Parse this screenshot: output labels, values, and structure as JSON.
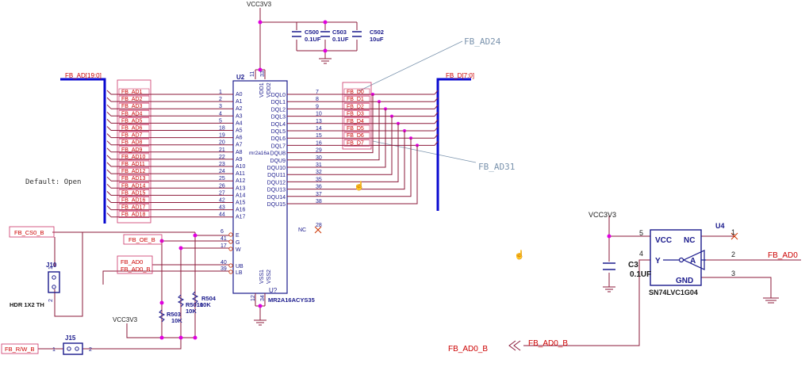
{
  "colors": {
    "wire": "#8b1a3a",
    "net_label": "#cc0000",
    "component": "#1a1a8c",
    "bus": "#0a0ad0",
    "pin_text": "#1a1a8c",
    "junction": "#e000e0",
    "power": "#8b1a3a",
    "annotation": "#7a93ad"
  },
  "power": {
    "vcc_top": "VCC3V3",
    "vcc_left": "VCC3V3",
    "vcc_right": "VCC3V3"
  },
  "capacitors_top": [
    {
      "ref": "C500",
      "value": "0.1UF"
    },
    {
      "ref": "C503",
      "value": "0.1UF"
    },
    {
      "ref": "C502",
      "value": "10uF"
    }
  ],
  "bus_left": "FB_AD[19:0]",
  "bus_right": "FB_D[7:0]",
  "annotations": {
    "top": "FB_AD24",
    "bottom": "FB_AD31",
    "default_note": "Default: Open"
  },
  "u2": {
    "ref": "U2",
    "part": "mr2a16a",
    "value": "MR2A16ACYS35",
    "ref_bottom": "U?",
    "vdd_pins": [
      {
        "name": "VDD1",
        "num": "11"
      },
      {
        "name": "VDD2",
        "num": "33"
      }
    ],
    "vss_pins": [
      {
        "name": "VSS1",
        "num": "12"
      },
      {
        "name": "VSS2",
        "num": "34"
      }
    ],
    "left_pins": [
      {
        "num": "1",
        "name": "A0",
        "net": "FB_AD1"
      },
      {
        "num": "2",
        "name": "A1",
        "net": "FB_AD2"
      },
      {
        "num": "3",
        "name": "A2",
        "net": "FB_AD3"
      },
      {
        "num": "4",
        "name": "A3",
        "net": "FB_AD4"
      },
      {
        "num": "5",
        "name": "A4",
        "net": "FB_AD5"
      },
      {
        "num": "18",
        "name": "A5",
        "net": "FB_AD6"
      },
      {
        "num": "19",
        "name": "A6",
        "net": "FB_AD7"
      },
      {
        "num": "20",
        "name": "A7",
        "net": "FB_AD8"
      },
      {
        "num": "21",
        "name": "A8",
        "net": "FB_AD9"
      },
      {
        "num": "22",
        "name": "A9",
        "net": "FB_AD10"
      },
      {
        "num": "23",
        "name": "A10",
        "net": "FB_AD11"
      },
      {
        "num": "24",
        "name": "A11",
        "net": "FB_AD12"
      },
      {
        "num": "25",
        "name": "A12",
        "net": "FB_AD13"
      },
      {
        "num": "26",
        "name": "A13",
        "net": "FB_AD14"
      },
      {
        "num": "27",
        "name": "A14",
        "net": "FB_AD15"
      },
      {
        "num": "42",
        "name": "A15",
        "net": "FB_AD16"
      },
      {
        "num": "43",
        "name": "A16",
        "net": "FB_AD17"
      },
      {
        "num": "44",
        "name": "A17",
        "net": "FB_AD18"
      }
    ],
    "ctrl_pins": [
      {
        "num": "6",
        "name": "E"
      },
      {
        "num": "41",
        "name": "G"
      },
      {
        "num": "17",
        "name": "W"
      },
      {
        "num": "40",
        "name": "UB"
      },
      {
        "num": "39",
        "name": "LB"
      }
    ],
    "right_pins": [
      {
        "num": "7",
        "name": "DQL0",
        "net": "FB_D0"
      },
      {
        "num": "8",
        "name": "DQL1",
        "net": "FB_D1"
      },
      {
        "num": "9",
        "name": "DQL2",
        "net": "FB_D2"
      },
      {
        "num": "10",
        "name": "DQL3",
        "net": "FB_D3"
      },
      {
        "num": "13",
        "name": "DQL4",
        "net": "FB_D4"
      },
      {
        "num": "14",
        "name": "DQL5",
        "net": "FB_D5"
      },
      {
        "num": "15",
        "name": "DQL6",
        "net": "FB_D6"
      },
      {
        "num": "16",
        "name": "DQL7",
        "net": "FB_D7"
      },
      {
        "num": "29",
        "name": "DQU8"
      },
      {
        "num": "30",
        "name": "DQU9"
      },
      {
        "num": "31",
        "name": "DQU10"
      },
      {
        "num": "32",
        "name": "DQU11"
      },
      {
        "num": "35",
        "name": "DQU12"
      },
      {
        "num": "36",
        "name": "DQU13"
      },
      {
        "num": "37",
        "name": "DQU14"
      },
      {
        "num": "38",
        "name": "DQU15"
      }
    ],
    "nc_pin": {
      "num": "28",
      "name": "NC"
    }
  },
  "ctrl_nets": {
    "cs": "FB_CS0_B",
    "oe": "FB_OE_B",
    "ad0": "FB_AD0",
    "ad0b": "FB_AD0_B",
    "rw": "FB_R/W_B"
  },
  "resistors": [
    {
      "ref": "R504",
      "value": "10K"
    },
    {
      "ref": "R5010",
      "value": "10K"
    },
    {
      "ref": "R503",
      "value": "10K"
    }
  ],
  "j10": {
    "ref": "J10",
    "label": "HDR 1X2 TH",
    "pin1": "1",
    "pin2": "2"
  },
  "j15": {
    "ref": "J15",
    "pin1": "1",
    "pin2": "2"
  },
  "u4": {
    "ref": "U4",
    "part": "SN74LVC1G04",
    "pins_left": [
      {
        "num": "5",
        "name": "VCC"
      },
      {
        "num": "4",
        "name": "Y"
      }
    ],
    "pins_right": [
      {
        "num": "1",
        "name": "NC"
      },
      {
        "num": "2",
        "name": "A"
      },
      {
        "num": "3",
        "name": "GND"
      }
    ],
    "net_a": "FB_AD0"
  },
  "c3": {
    "ref": "C3",
    "value": "0.1UF"
  },
  "bottom_nets": {
    "out": "FB_AD0_B",
    "wire": "FB_AD0_B"
  }
}
